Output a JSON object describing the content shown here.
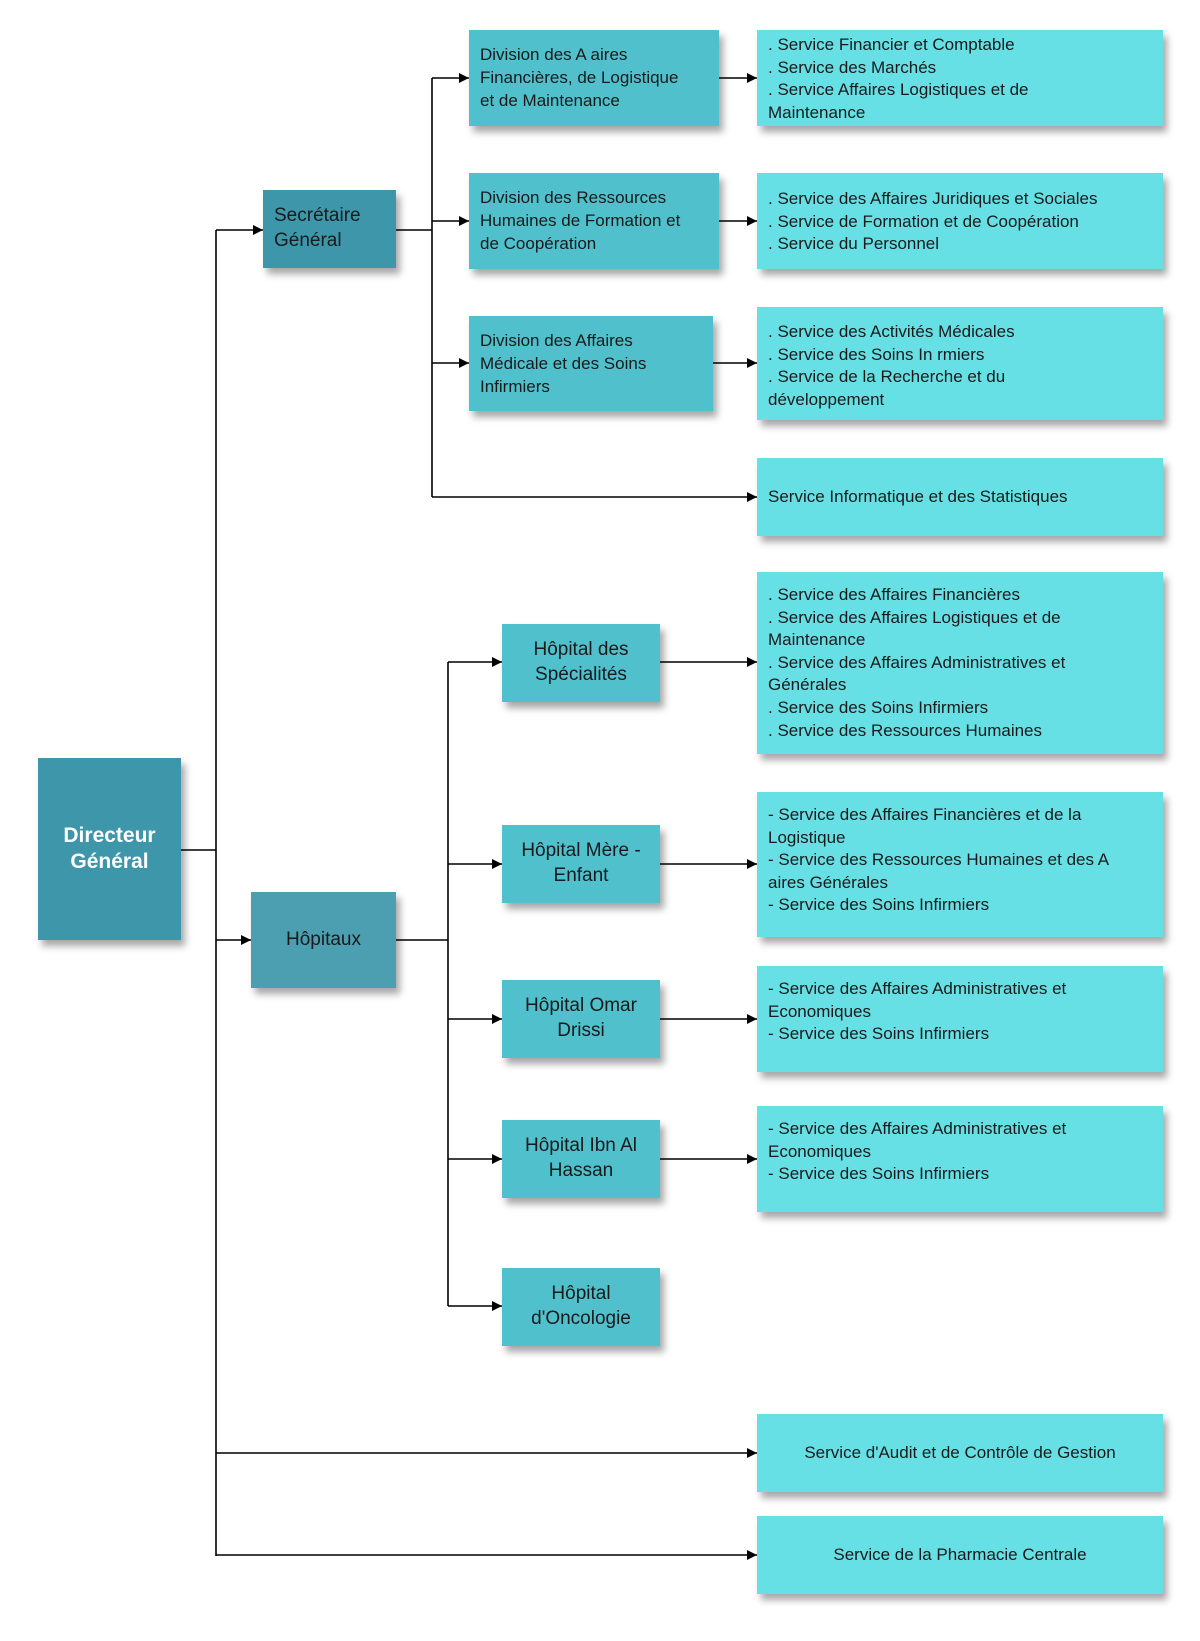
{
  "colors": {
    "director": "#3d96a9",
    "level2": "#4096a8",
    "level3": "#4fc0cc",
    "services": "#67e0e5",
    "connector": "#000000"
  },
  "director": {
    "lines": [
      "Directeur",
      "Général"
    ]
  },
  "secretaire": {
    "lines": [
      "Secrétaire",
      "Général"
    ]
  },
  "hopitaux": {
    "lines": [
      "Hôpitaux"
    ]
  },
  "divisions": [
    {
      "lines": [
        "Division des A aires",
        "Financières, de Logistique",
        "et de Maintenance"
      ]
    },
    {
      "lines": [
        "Division des Ressources",
        "Humaines de Formation et",
        "de Coopération"
      ]
    },
    {
      "lines": [
        "Division des Affaires",
        "Médicale et des Soins",
        "Infirmiers"
      ]
    }
  ],
  "division_services": [
    {
      "lines": [
        ". Service Financier et Comptable",
        ". Service des Marchés",
        ". Service Affaires Logistiques et de",
        "Maintenance"
      ]
    },
    {
      "lines": [
        ". Service des Affaires Juridiques et Sociales",
        ". Service de Formation et de Coopération",
        ". Service du Personnel"
      ]
    },
    {
      "lines": [
        ". Service des Activités Médicales",
        ". Service des Soins In rmiers",
        ". Service de la Recherche et du",
        "développement"
      ]
    }
  ],
  "service_informatique": {
    "lines": [
      "Service Informatique et des Statistiques"
    ]
  },
  "hospitals": [
    {
      "lines": [
        "Hôpital des",
        "Spécialités"
      ]
    },
    {
      "lines": [
        "Hôpital Mère -",
        "Enfant"
      ]
    },
    {
      "lines": [
        "Hôpital Omar",
        "Drissi"
      ]
    },
    {
      "lines": [
        "Hôpital Ibn Al",
        "Hassan"
      ]
    },
    {
      "lines": [
        "Hôpital",
        "d'Oncologie"
      ]
    }
  ],
  "hospital_services": [
    {
      "lines": [
        ". Service des Affaires Financières",
        ". Service des Affaires Logistiques et de",
        "Maintenance",
        ". Service des Affaires Administratives et",
        "Générales",
        ". Service des Soins Infirmiers",
        ". Service des Ressources Humaines"
      ]
    },
    {
      "lines": [
        "- Service des Affaires Financières et de la",
        "Logistique",
        "- Service des Ressources Humaines et des A",
        "aires Générales",
        "- Service des Soins Infirmiers"
      ]
    },
    {
      "lines": [
        "- Service des Affaires Administratives et",
        "Economiques",
        "- Service des Soins Infirmiers"
      ]
    },
    {
      "lines": [
        "- Service des Affaires Administratives et",
        "Economiques",
        "- Service des Soins Infirmiers"
      ]
    }
  ],
  "service_audit": {
    "lines": [
      "Service d'Audit et de Contrôle de Gestion"
    ]
  },
  "service_pharmacie": {
    "lines": [
      "Service de la Pharmacie Centrale"
    ]
  }
}
